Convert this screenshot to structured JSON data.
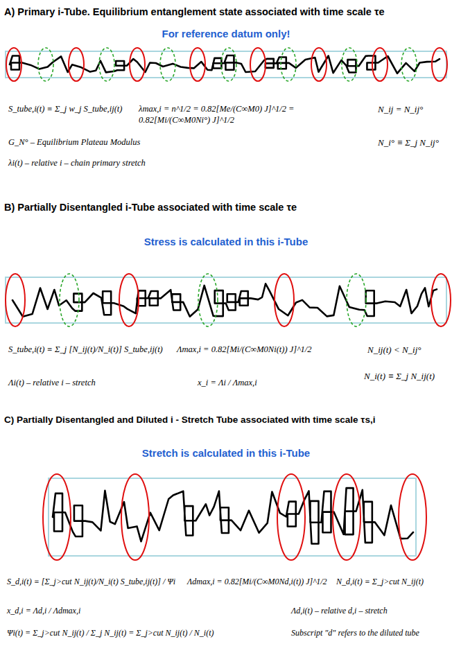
{
  "diagram": {
    "labels": [
      "A)  Primary i-Tube. Equilibrium entanglement state associated with time scale τe",
      "For reference datum only!",
      "S_tube,i(t) ≡ Σ_j w_j S_tube,ij(t)",
      "λmax,i = n^1/2 = 0.82[Me/(C∞M0) J]^1/2 = 0.82[Mi/(C∞M0Ni°) J]^1/2",
      "N_ij = N_ij°",
      "G_N° – Equilibrium Plateau Modulus",
      "N_i° ≡ Σ_j N_ij°",
      "λi(t) – relative i – chain primary stretch",
      "B)  Partially Disentangled i-Tube associated with time scale τe",
      "Stress is calculated in this i-Tube",
      "S_tube,i(t) ≡ Σ_j [N_ij(t)/N_i(t)] S_tube,ij(t)",
      "Λmax,i = 0.82[Mi/(C∞M0Ni(t)) J]^1/2",
      "N_ij(t) < N_ij°",
      "N_i(t) ≡ Σ_j N_ij(t)",
      "Λi(t) – relative i – stretch",
      "x_i = Λi / Λmax,i",
      "C)  Partially Disentangled and Diluted i - Stretch Tube associated with time scale τs,i",
      "Stretch is calculated in this i-Tube",
      "S_d,i(t) ≡ [Σ_j>cut N_ij(t)/N_i(t) S_tube,ij(t)] / Ψi",
      "Λdmax,i = 0.82[Mi/(C∞M0Nd,i(t)) J]^1/2",
      "N_d,i(t) ≡ Σ_j>cut N_ij(t)",
      "Ψi(t) = Σ_j>cut N_ij(t) / Σ_j N_ij(t) = Σ_j>cut N_ij(t) / N_i(t)",
      "x_d,i = Λd,i / Λdmax,i",
      "Λd,i(t) – relative  d,i – stretch",
      "Subscript \"d\" refers to the diluted tube"
    ]
  }
}
